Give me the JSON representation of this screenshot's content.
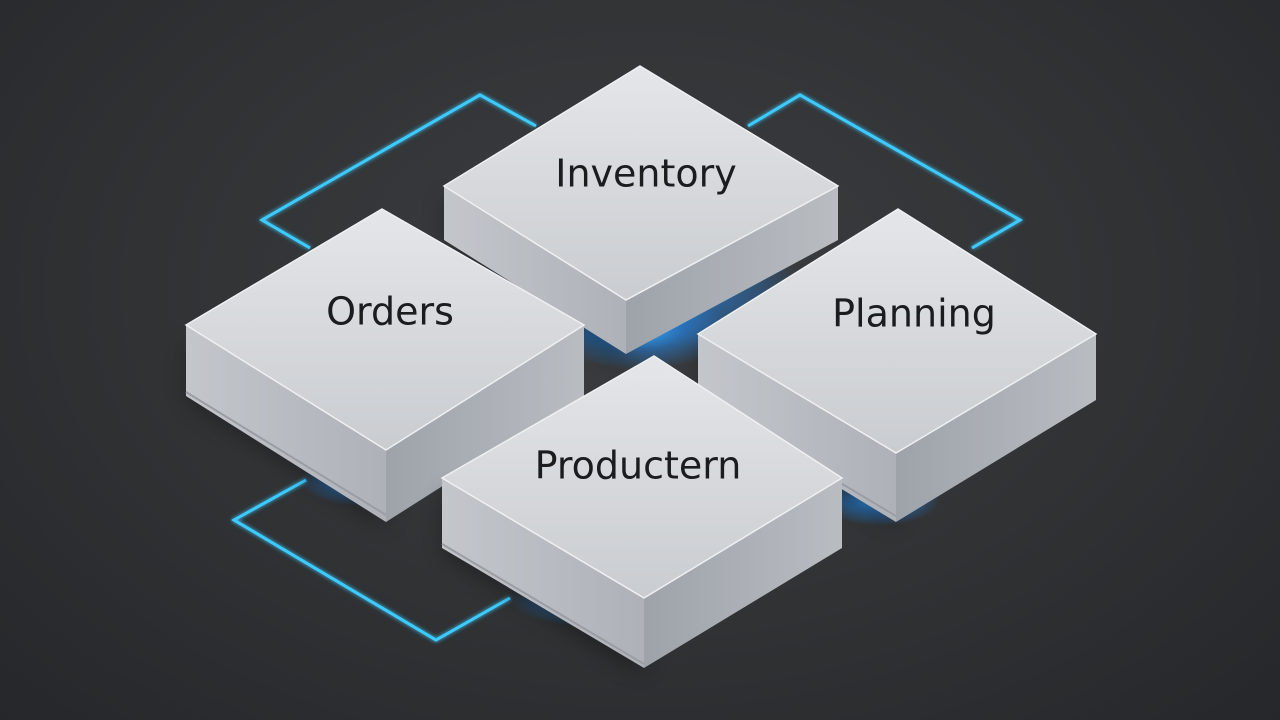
{
  "diagram": {
    "blocks": [
      {
        "id": "inventory",
        "label": "Inventory"
      },
      {
        "id": "orders",
        "label": "Orders"
      },
      {
        "id": "planning",
        "label": "Planning"
      },
      {
        "id": "production",
        "label": "Productern"
      }
    ],
    "colors": {
      "background": "#303234",
      "block_top": "#d9dbde",
      "block_side": "#b7bbc0",
      "connector": "#3ecbff",
      "label": "#1b1c1e"
    }
  }
}
